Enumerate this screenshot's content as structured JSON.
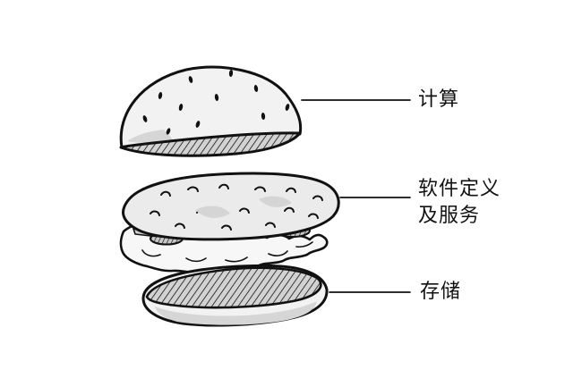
{
  "diagram": {
    "labels": {
      "compute": "计算",
      "software_defined": {
        "line1": "软件定义",
        "line2": "及服务"
      },
      "storage": "存储"
    },
    "icons": {
      "top_bun": "top-bun-icon",
      "patty": "patty-icon",
      "bottom_bun": "bottom-bun-icon"
    },
    "colors": {
      "ink": "#111111",
      "bun_fill": "#f2f2f2",
      "shade": "#d6d6d6",
      "cut_fill": "#9a9a9a"
    }
  }
}
